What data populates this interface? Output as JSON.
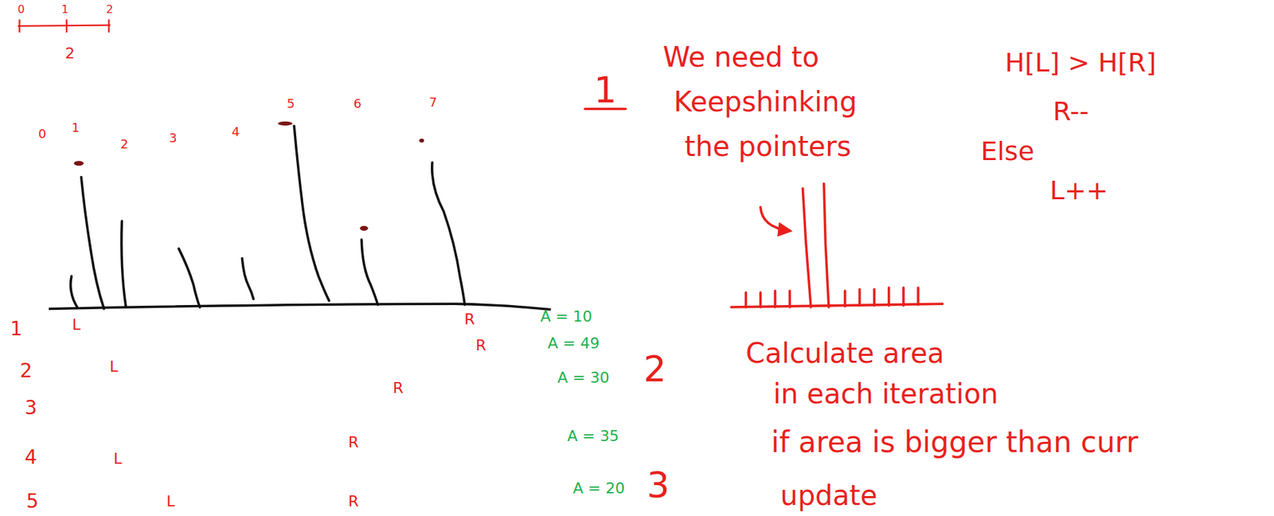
{
  "diagram": {
    "labels": [
      "0",
      "1",
      "2",
      "2",
      "0",
      "1",
      "2",
      "3",
      "4",
      "5",
      "6",
      "7",
      "1",
      "2",
      "3",
      "4",
      "5",
      "L",
      "R",
      "R",
      "L",
      "R",
      "L",
      "R",
      "L",
      "R",
      "A = 10",
      "A = 49",
      "A = 30",
      "A = 35",
      "A = 20",
      "1",
      "We need to",
      "Keepshinking",
      "the pointers",
      "H[L] > H[R]",
      "R--",
      "Else",
      "L++",
      "2",
      "Calculate area",
      "in each iteration",
      "3",
      "if area is bigger than curr",
      "update"
    ]
  }
}
